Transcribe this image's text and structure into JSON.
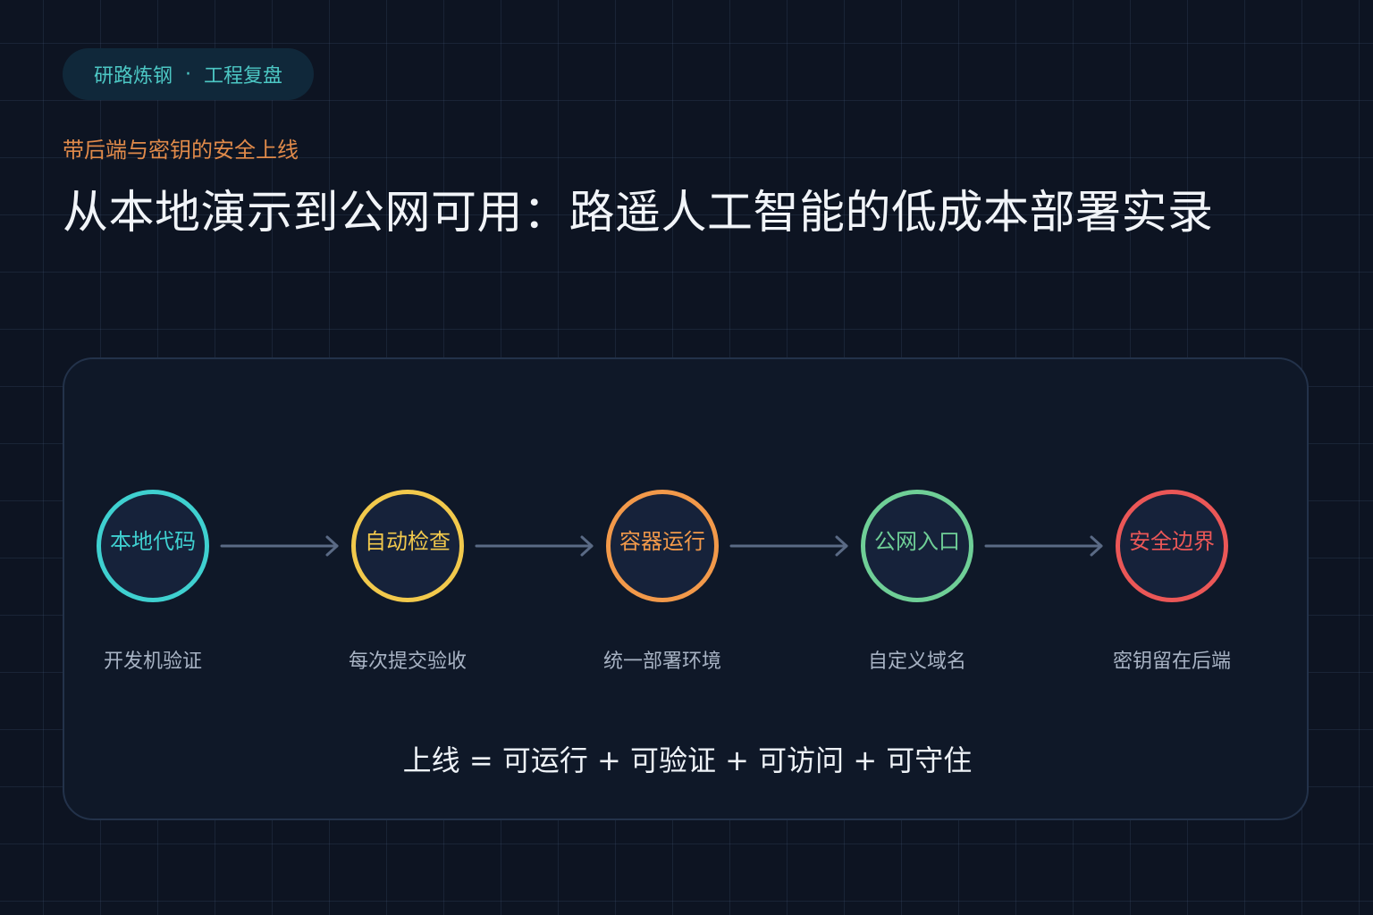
{
  "header": {
    "brand": "研路炼钢",
    "separator": "·",
    "section": "工程复盘",
    "subtitle": "带后端与密钥的安全上线",
    "title": "从本地演示到公网可用：路遥人工智能的低成本部署实录"
  },
  "flow": {
    "steps": [
      {
        "label": "本地代码",
        "caption": "开发机验证",
        "color": "#3fd0d0"
      },
      {
        "label": "自动检查",
        "caption": "每次提交验收",
        "color": "#f2c94c"
      },
      {
        "label": "容器运行",
        "caption": "统一部署环境",
        "color": "#f2994a"
      },
      {
        "label": "公网入口",
        "caption": "自定义域名",
        "color": "#6fcf97"
      },
      {
        "label": "安全边界",
        "caption": "密钥留在后端",
        "color": "#eb5757"
      }
    ],
    "arrow_color": "#5a6a85",
    "formula": "上线 = 可运行 + 可验证 + 可访问 + 可守住"
  }
}
